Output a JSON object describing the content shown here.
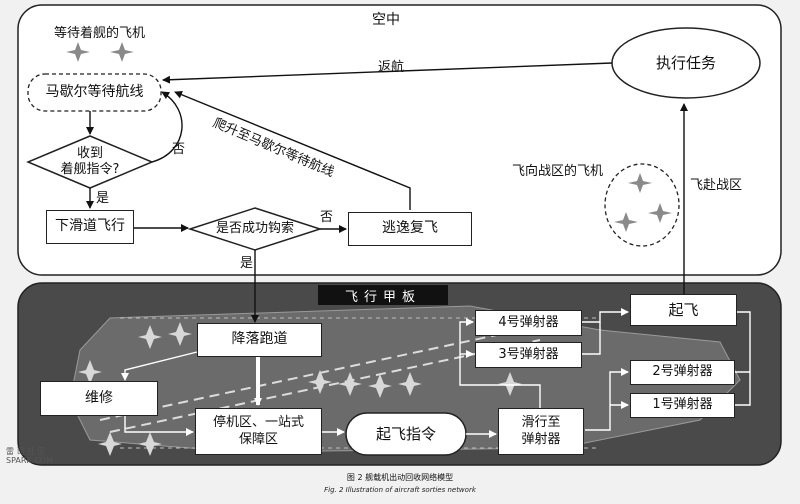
{
  "air": {
    "title": "空中",
    "waiting_aircraft_label": "等待着舰的飞机",
    "holding_pattern": "马歇尔等待航线",
    "decision_landing_order": "收到\n着舰指令?",
    "no_label_1": "否",
    "yes_label_1": "是",
    "glide_path": "下滑道飞行",
    "decision_hook": "是否成功钩索",
    "no_label_2": "否",
    "yes_label_2": "是",
    "bolter": "逃逸复飞",
    "climb_label": "爬升至马歇尔等待航线",
    "return_label": "返航",
    "mission": "执行任务",
    "to_combat_label": "飞向战区的飞机",
    "fly_to_zone_label": "飞赴战区"
  },
  "deck": {
    "title": "飞行甲板",
    "landing_runway": "降落跑道",
    "maintenance": "维修",
    "parking": "停机区、一站式\n保障区",
    "launch_order": "起飞指令",
    "taxi_to_catapult": "滑行至\n弹射器",
    "catapult_4": "4号弹射器",
    "catapult_3": "3号弹射器",
    "catapult_2": "2号弹射器",
    "catapult_1": "1号弹射器",
    "takeoff": "起飞"
  },
  "caption": {
    "zh": "图 2 舰载机出动回收网络模型",
    "en": "Fig. 2 Illustration of aircraft sorties network"
  },
  "watermark": "雷 司 社 区\nSPARK.COM"
}
